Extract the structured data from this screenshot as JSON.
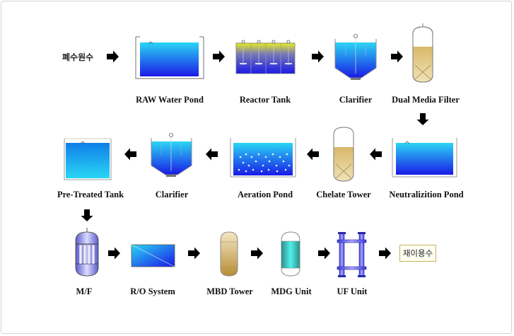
{
  "source_label": "폐수원수",
  "final_label": "재이용수",
  "row1": {
    "raw_water_pond": "RAW Water Pond",
    "reactor_tank": "Reactor Tank",
    "clarifier": "Clarifier",
    "dual_media_filter": "Dual Media Filter"
  },
  "row2": {
    "pre_treated_tank": "Pre-Treated Tank",
    "clarifier": "Clarifier",
    "aeration_pond": "Aeration Pond",
    "chelate_tower": "Chelate Tower",
    "neutralizition_pond": "Neutralizition Pond"
  },
  "row3": {
    "mf": "M/F",
    "ro_system": "R/O System",
    "mbd_tower": "MBD Tower",
    "mdg_unit": "MDG Unit",
    "uf_unit": "UF Unit"
  },
  "colors": {
    "water_top": "#2ad6f5",
    "water_bottom": "#1a1ae6",
    "media": "#c9a45a",
    "arrow": "#000000"
  }
}
